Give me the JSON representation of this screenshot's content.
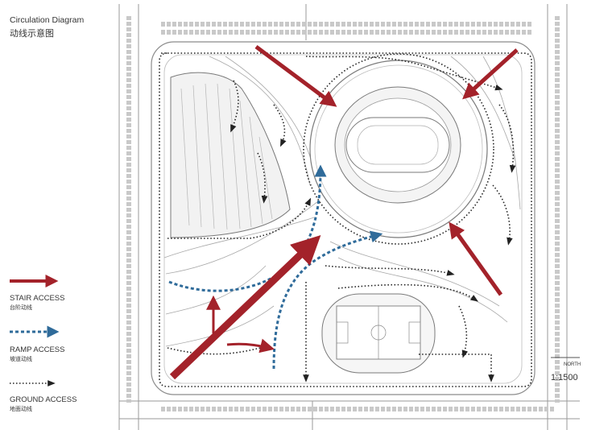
{
  "title": "Circulation Diagram",
  "subtitle": "动线示意图",
  "legend": [
    {
      "label": "STAIR ACCESS",
      "label_cn": "台阶动线",
      "style": "solid-arrow",
      "color": "#a3222a"
    },
    {
      "label": "RAMP ACCESS",
      "label_cn": "坡道动线",
      "style": "dashed-arrow",
      "color": "#2f6b9a"
    },
    {
      "label": "GROUND ACCESS",
      "label_cn": "地面动线",
      "style": "dotted-arrow",
      "color": "#222222"
    }
  ],
  "north_label": "NORTH",
  "scale": "1:1500",
  "colors": {
    "stair": "#a3222a",
    "ramp": "#2f6b9a",
    "ground": "#222222",
    "line": "#8c8c8c",
    "tree": "#c9c9c9"
  }
}
